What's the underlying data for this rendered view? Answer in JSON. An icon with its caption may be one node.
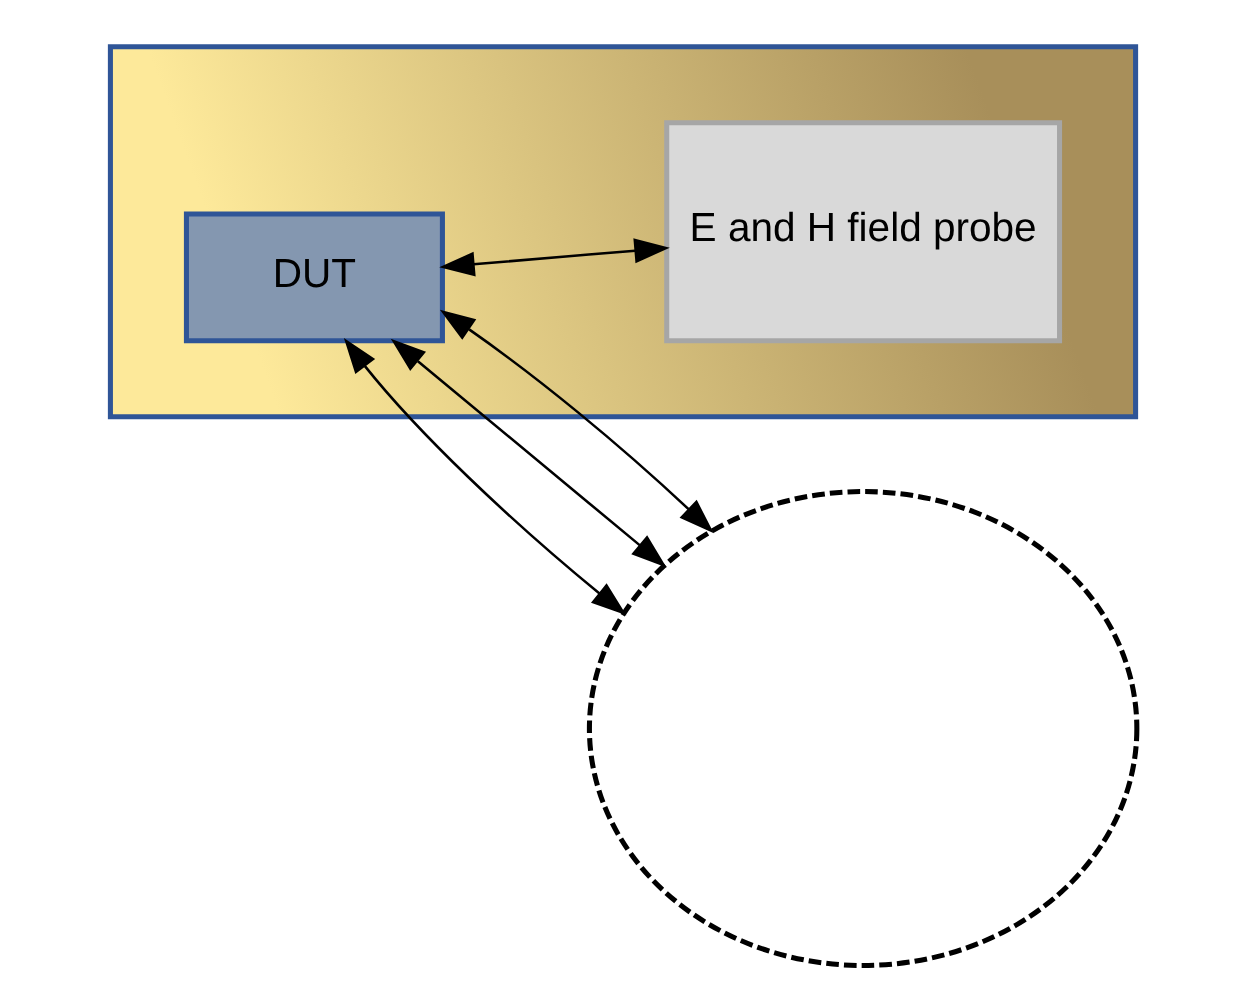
{
  "diagram": {
    "nodes": [
      {
        "text": [],
        "shape": "box"
      },
      {
        "text": [
          "E and H field probe"
        ],
        "in": 0
      },
      {
        "text": [
          "DUT"
        ],
        "in": 0
      },
      {
        "text": [],
        "shape": "ellipse"
      }
    ],
    "edges": [
      {
        "from": 2,
        "to": 1,
        "arrow": "both"
      },
      {
        "from": 2,
        "to": 3,
        "arrow": "both"
      },
      {
        "from": 2,
        "to": 3,
        "arrow": "both"
      },
      {
        "from": 2,
        "to": 3,
        "arrow": "both"
      }
    ]
  }
}
